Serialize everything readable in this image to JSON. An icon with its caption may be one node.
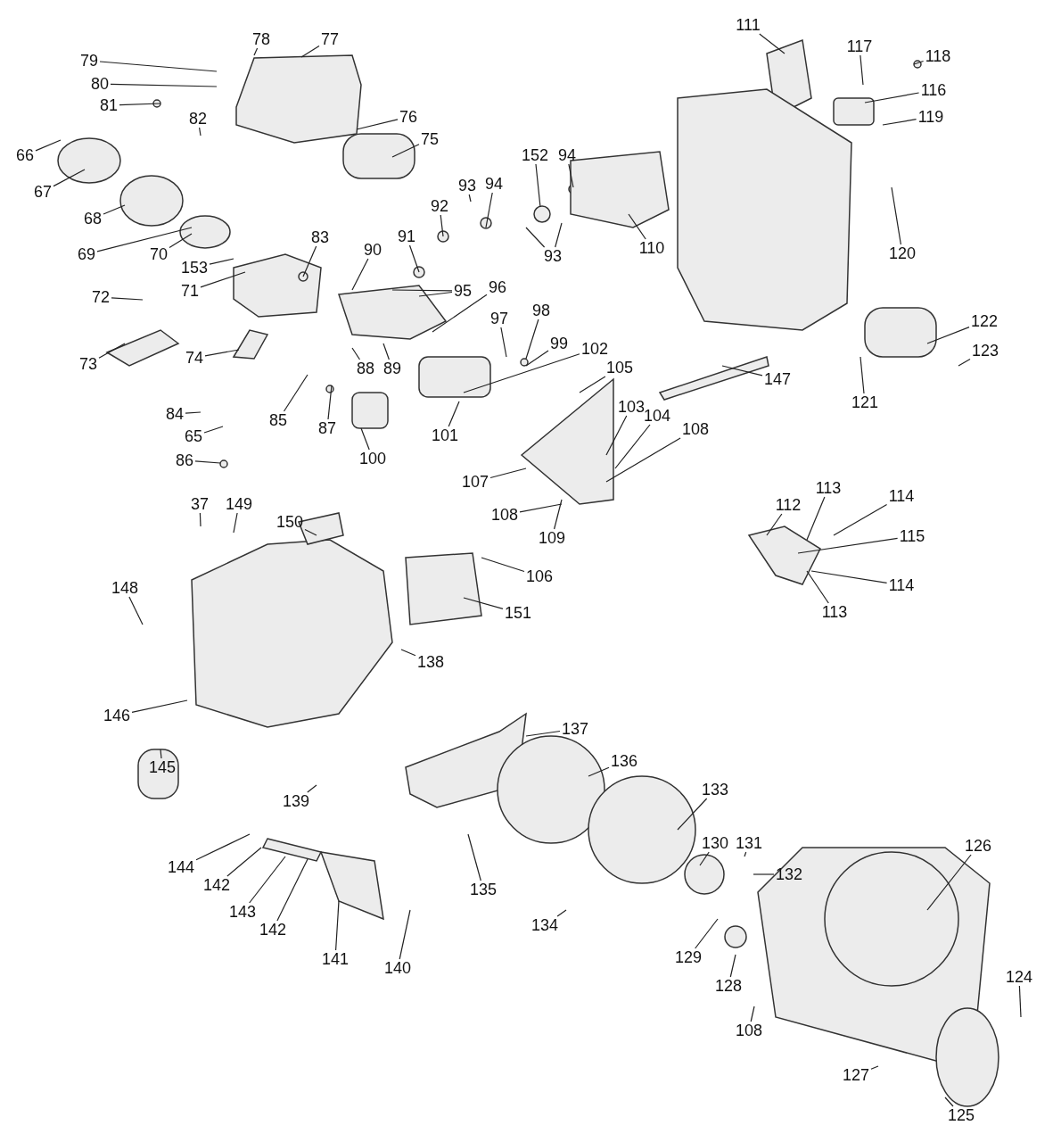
{
  "diagram": {
    "nodes": [
      {
        "text": [
          "78"
        ]
      },
      {
        "text": [
          "77"
        ]
      },
      {
        "text": [
          "79"
        ]
      },
      {
        "text": [
          "80"
        ]
      },
      {
        "text": [
          "81"
        ]
      },
      {
        "text": [
          "76"
        ]
      },
      {
        "text": [
          "82"
        ]
      },
      {
        "text": [
          "66"
        ]
      },
      {
        "text": [
          "75"
        ]
      },
      {
        "text": [
          "67"
        ]
      },
      {
        "text": [
          "68"
        ]
      },
      {
        "text": [
          "69"
        ]
      },
      {
        "text": [
          "70"
        ]
      },
      {
        "text": [
          "153"
        ]
      },
      {
        "text": [
          "71"
        ]
      },
      {
        "text": [
          "72"
        ]
      },
      {
        "text": [
          "73"
        ]
      },
      {
        "text": [
          "74"
        ]
      },
      {
        "text": [
          "83"
        ]
      },
      {
        "text": [
          "90"
        ]
      },
      {
        "text": [
          "91"
        ]
      },
      {
        "text": [
          "92"
        ]
      },
      {
        "text": [
          "93"
        ]
      },
      {
        "text": [
          "94"
        ]
      },
      {
        "text": [
          "152"
        ]
      },
      {
        "text": [
          "94"
        ]
      },
      {
        "text": [
          "93"
        ]
      },
      {
        "text": [
          "95"
        ]
      },
      {
        "text": [
          "96"
        ]
      },
      {
        "text": [
          "97"
        ]
      },
      {
        "text": [
          "98"
        ]
      },
      {
        "text": [
          "99"
        ]
      },
      {
        "text": [
          "102"
        ]
      },
      {
        "text": [
          "105"
        ]
      },
      {
        "text": [
          "103"
        ]
      },
      {
        "text": [
          "104"
        ]
      },
      {
        "text": [
          "108"
        ]
      },
      {
        "text": [
          "110"
        ]
      },
      {
        "text": [
          "111"
        ]
      },
      {
        "text": [
          "117"
        ]
      },
      {
        "text": [
          "118"
        ]
      },
      {
        "text": [
          "116"
        ]
      },
      {
        "text": [
          "119"
        ]
      },
      {
        "text": [
          "120"
        ]
      },
      {
        "text": [
          "122"
        ]
      },
      {
        "text": [
          "123"
        ]
      },
      {
        "text": [
          "121"
        ]
      },
      {
        "text": [
          "147"
        ]
      },
      {
        "text": [
          "84"
        ]
      },
      {
        "text": [
          "85"
        ]
      },
      {
        "text": [
          "87"
        ]
      },
      {
        "text": [
          "88"
        ]
      },
      {
        "text": [
          "89"
        ]
      },
      {
        "text": [
          "65"
        ]
      },
      {
        "text": [
          "86"
        ]
      },
      {
        "text": [
          "100"
        ]
      },
      {
        "text": [
          "101"
        ]
      },
      {
        "text": [
          "107"
        ]
      },
      {
        "text": [
          "108"
        ]
      },
      {
        "text": [
          "109"
        ]
      },
      {
        "text": [
          "112"
        ]
      },
      {
        "text": [
          "113"
        ]
      },
      {
        "text": [
          "114"
        ]
      },
      {
        "text": [
          "115"
        ]
      },
      {
        "text": [
          "114"
        ]
      },
      {
        "text": [
          "113"
        ]
      },
      {
        "text": [
          "37"
        ]
      },
      {
        "text": [
          "149"
        ]
      },
      {
        "text": [
          "150"
        ]
      },
      {
        "text": [
          "106"
        ]
      },
      {
        "text": [
          "151"
        ]
      },
      {
        "text": [
          "148"
        ]
      },
      {
        "text": [
          "138"
        ]
      },
      {
        "text": [
          "146"
        ]
      },
      {
        "text": [
          "145"
        ]
      },
      {
        "text": [
          "137"
        ]
      },
      {
        "text": [
          "136"
        ]
      },
      {
        "text": [
          "139"
        ]
      },
      {
        "text": [
          "133"
        ]
      },
      {
        "text": [
          "130"
        ]
      },
      {
        "text": [
          "131"
        ]
      },
      {
        "text": [
          "132"
        ]
      },
      {
        "text": [
          "126"
        ]
      },
      {
        "text": [
          "135"
        ]
      },
      {
        "text": [
          "144"
        ]
      },
      {
        "text": [
          "142"
        ]
      },
      {
        "text": [
          "143"
        ]
      },
      {
        "text": [
          "142"
        ]
      },
      {
        "text": [
          "141"
        ]
      },
      {
        "text": [
          "140"
        ]
      },
      {
        "text": [
          "134"
        ]
      },
      {
        "text": [
          "129"
        ]
      },
      {
        "text": [
          "128"
        ]
      },
      {
        "text": [
          "108"
        ]
      },
      {
        "text": [
          "124"
        ]
      },
      {
        "text": [
          "127"
        ]
      },
      {
        "text": [
          "125"
        ]
      }
    ],
    "edges": [
      {
        "from": 0,
        "to": null,
        "arrow": "none"
      },
      {
        "from": 1,
        "to": null,
        "arrow": "none"
      },
      {
        "from": 2,
        "to": null,
        "arrow": "none"
      },
      {
        "from": 3,
        "to": null,
        "arrow": "none"
      },
      {
        "from": 4,
        "to": null,
        "arrow": "none"
      },
      {
        "from": 5,
        "to": null,
        "arrow": "none"
      },
      {
        "from": 6,
        "to": null,
        "arrow": "none"
      },
      {
        "from": 7,
        "to": null,
        "arrow": "none"
      },
      {
        "from": 8,
        "to": null,
        "arrow": "none"
      },
      {
        "from": 9,
        "to": null,
        "arrow": "none"
      },
      {
        "from": 10,
        "to": null,
        "arrow": "none"
      },
      {
        "from": 11,
        "to": null,
        "arrow": "none"
      },
      {
        "from": 12,
        "to": null,
        "arrow": "none"
      },
      {
        "from": 13,
        "to": null,
        "arrow": "none"
      },
      {
        "from": 14,
        "to": null,
        "arrow": "none"
      },
      {
        "from": 15,
        "to": null,
        "arrow": "none"
      },
      {
        "from": 16,
        "to": null,
        "arrow": "none"
      },
      {
        "from": 17,
        "to": null,
        "arrow": "none"
      },
      {
        "from": 18,
        "to": null,
        "arrow": "none"
      },
      {
        "from": 19,
        "to": null,
        "arrow": "none"
      },
      {
        "from": 20,
        "to": null,
        "arrow": "none"
      },
      {
        "from": 21,
        "to": null,
        "arrow": "none"
      },
      {
        "from": 22,
        "to": null,
        "arrow": "none"
      },
      {
        "from": 23,
        "to": null,
        "arrow": "none"
      },
      {
        "from": 24,
        "to": null,
        "arrow": "none"
      },
      {
        "from": 25,
        "to": null,
        "arrow": "none"
      },
      {
        "from": 26,
        "to": null,
        "arrow": "none"
      },
      {
        "from": 26,
        "to": null,
        "arrow": "none"
      },
      {
        "from": 27,
        "to": null,
        "arrow": "none"
      },
      {
        "from": 27,
        "to": null,
        "arrow": "none"
      },
      {
        "from": 28,
        "to": null,
        "arrow": "none"
      },
      {
        "from": 29,
        "to": null,
        "arrow": "none"
      },
      {
        "from": 30,
        "to": null,
        "arrow": "none"
      },
      {
        "from": 31,
        "to": null,
        "arrow": "none"
      },
      {
        "from": 32,
        "to": null,
        "arrow": "none"
      },
      {
        "from": 33,
        "to": null,
        "arrow": "none"
      },
      {
        "from": 34,
        "to": null,
        "arrow": "none"
      },
      {
        "from": 35,
        "to": null,
        "arrow": "none"
      },
      {
        "from": 36,
        "to": null,
        "arrow": "none"
      },
      {
        "from": 37,
        "to": null,
        "arrow": "none"
      },
      {
        "from": 38,
        "to": null,
        "arrow": "none"
      },
      {
        "from": 39,
        "to": null,
        "arrow": "none"
      },
      {
        "from": 40,
        "to": null,
        "arrow": "none"
      },
      {
        "from": 41,
        "to": null,
        "arrow": "none"
      },
      {
        "from": 42,
        "to": null,
        "arrow": "none"
      },
      {
        "from": 43,
        "to": null,
        "arrow": "none"
      },
      {
        "from": 44,
        "to": null,
        "arrow": "none"
      },
      {
        "from": 45,
        "to": null,
        "arrow": "none"
      },
      {
        "from": 46,
        "to": null,
        "arrow": "none"
      },
      {
        "from": 47,
        "to": null,
        "arrow": "none"
      },
      {
        "from": 48,
        "to": null,
        "arrow": "none"
      },
      {
        "from": 49,
        "to": null,
        "arrow": "none"
      },
      {
        "from": 50,
        "to": null,
        "arrow": "none"
      },
      {
        "from": 51,
        "to": null,
        "arrow": "none"
      },
      {
        "from": 52,
        "to": null,
        "arrow": "none"
      },
      {
        "from": 53,
        "to": null,
        "arrow": "none"
      },
      {
        "from": 54,
        "to": null,
        "arrow": "none"
      },
      {
        "from": 55,
        "to": null,
        "arrow": "none"
      },
      {
        "from": 56,
        "to": null,
        "arrow": "none"
      },
      {
        "from": 57,
        "to": null,
        "arrow": "none"
      },
      {
        "from": 58,
        "to": null,
        "arrow": "none"
      },
      {
        "from": 59,
        "to": null,
        "arrow": "none"
      },
      {
        "from": 60,
        "to": null,
        "arrow": "none"
      },
      {
        "from": 61,
        "to": null,
        "arrow": "none"
      },
      {
        "from": 62,
        "to": null,
        "arrow": "none"
      },
      {
        "from": 63,
        "to": null,
        "arrow": "none"
      },
      {
        "from": 64,
        "to": null,
        "arrow": "none"
      },
      {
        "from": 65,
        "to": null,
        "arrow": "none"
      },
      {
        "from": 66,
        "to": null,
        "arrow": "none"
      },
      {
        "from": 67,
        "to": null,
        "arrow": "none"
      },
      {
        "from": 68,
        "to": null,
        "arrow": "none"
      },
      {
        "from": 69,
        "to": null,
        "arrow": "none"
      },
      {
        "from": 70,
        "to": null,
        "arrow": "none"
      },
      {
        "from": 71,
        "to": null,
        "arrow": "none"
      },
      {
        "from": 72,
        "to": null,
        "arrow": "none"
      },
      {
        "from": 73,
        "to": null,
        "arrow": "none"
      },
      {
        "from": 74,
        "to": null,
        "arrow": "none"
      },
      {
        "from": 75,
        "to": null,
        "arrow": "none"
      },
      {
        "from": 76,
        "to": null,
        "arrow": "none"
      },
      {
        "from": 77,
        "to": null,
        "arrow": "none"
      },
      {
        "from": 78,
        "to": null,
        "arrow": "none"
      },
      {
        "from": 79,
        "to": null,
        "arrow": "none"
      },
      {
        "from": 80,
        "to": null,
        "arrow": "none"
      },
      {
        "from": 81,
        "to": null,
        "arrow": "none"
      },
      {
        "from": 82,
        "to": null,
        "arrow": "none"
      },
      {
        "from": 83,
        "to": null,
        "arrow": "none"
      },
      {
        "from": 84,
        "to": null,
        "arrow": "none"
      },
      {
        "from": 85,
        "to": null,
        "arrow": "none"
      },
      {
        "from": 86,
        "to": null,
        "arrow": "none"
      },
      {
        "from": 87,
        "to": null,
        "arrow": "none"
      },
      {
        "from": 88,
        "to": null,
        "arrow": "none"
      },
      {
        "from": 89,
        "to": null,
        "arrow": "none"
      },
      {
        "from": 90,
        "to": null,
        "arrow": "none"
      },
      {
        "from": 91,
        "to": null,
        "arrow": "none"
      },
      {
        "from": 92,
        "to": null,
        "arrow": "none"
      },
      {
        "from": 93,
        "to": null,
        "arrow": "none"
      },
      {
        "from": 94,
        "to": null,
        "arrow": "none"
      },
      {
        "from": 95,
        "to": null,
        "arrow": "none"
      },
      {
        "from": 96,
        "to": null,
        "arrow": "none"
      }
    ]
  }
}
